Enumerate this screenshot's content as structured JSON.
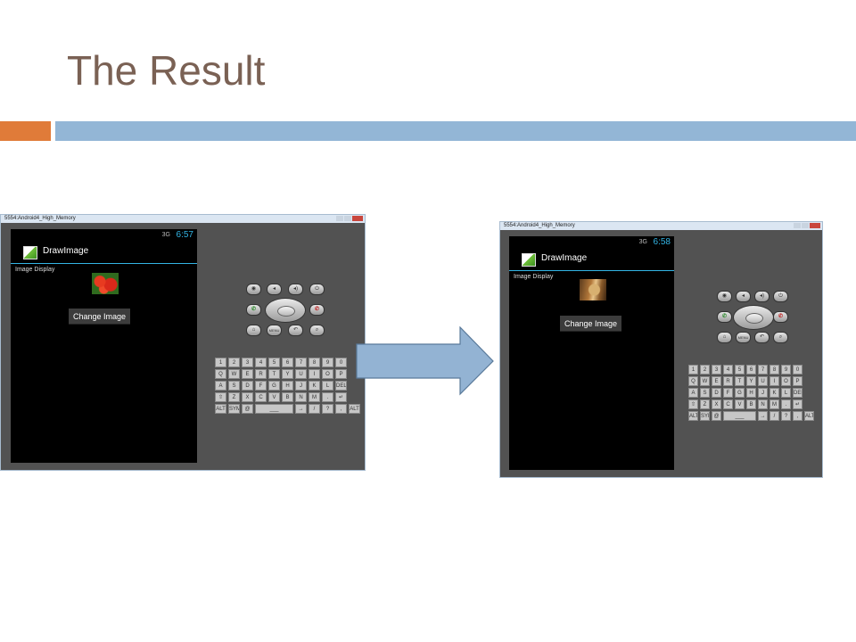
{
  "slide": {
    "title": "The Result"
  },
  "colors": {
    "title": "#7a6154",
    "accent_orange": "#e07b39",
    "accent_blue": "#93b6d6",
    "holo_blue": "#33b5e5"
  },
  "emulators": [
    {
      "window_title": "5554:Android4_High_Memory",
      "clock": "6:57",
      "status_icons": "3G",
      "app_title": "DrawImage",
      "app_icon": "app-icon",
      "display_label": "Image Display",
      "image": "tomato-photo",
      "button_label": "Change Image"
    },
    {
      "window_title": "5554:Android4_High_Memory",
      "clock": "6:58",
      "status_icons": "3G",
      "app_title": "DrawImage",
      "app_icon": "app-icon",
      "display_label": "Image Display",
      "image": "bread-photo",
      "button_label": "Change Image"
    }
  ],
  "hardware_buttons": {
    "row1": [
      "camera-icon",
      "volume-down-icon",
      "volume-up-icon",
      "power-icon"
    ],
    "row2": [
      "call-icon",
      "dpad",
      "end-call-icon"
    ],
    "row3": [
      "home-icon",
      "menu-icon",
      "back-icon",
      "search-icon"
    ],
    "menu_label": "MENU"
  },
  "keyboard": {
    "rows": [
      [
        "1",
        "2",
        "3",
        "4",
        "5",
        "6",
        "7",
        "8",
        "9",
        "0"
      ],
      [
        "Q",
        "W",
        "E",
        "R",
        "T",
        "Y",
        "U",
        "I",
        "O",
        "P"
      ],
      [
        "A",
        "S",
        "D",
        "F",
        "G",
        "H",
        "J",
        "K",
        "L",
        "DEL"
      ],
      [
        "⇧",
        "Z",
        "X",
        "C",
        "V",
        "B",
        "N",
        "M",
        ".",
        "↵"
      ],
      [
        "ALT",
        "SYM",
        "@",
        "___",
        "→",
        "/",
        "?",
        ",",
        "ALT"
      ]
    ]
  }
}
